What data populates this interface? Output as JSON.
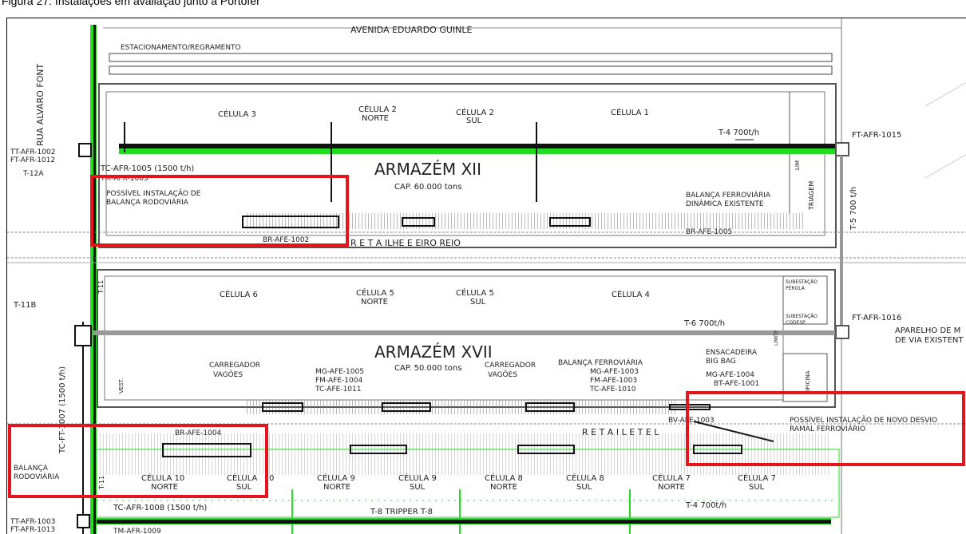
{
  "caption": "Figura 27: Instalações em avaliação junto à Portofer",
  "streets": {
    "top": "AVENIDA EDUARDO GUINLE",
    "left": "RUA ALVARO FONT"
  },
  "parking_label": "ESTACIONAMENTO/REGRAMENTO",
  "warehouse_12": {
    "title": "ARMAZÉM XII",
    "capacity": "CAP. 60.000 tons",
    "cells": [
      {
        "line1": "CÉLULA 3",
        "line2": ""
      },
      {
        "line1": "CÉLULA 2",
        "line2": "NORTE"
      },
      {
        "line1": "CÉLULA 2",
        "line2": "SUL"
      },
      {
        "line1": "CÉLULA 1",
        "line2": ""
      }
    ],
    "conveyor": "T-4 700t/h",
    "tc": "TC-AFR-1005 (1500 t/h)",
    "tc_partial": "TM-AFR-1005",
    "possible_scale_1": "POSSÍVEL INSTALAÇÃO DE",
    "possible_scale_2": "BALANÇA RODOVIÁRIA",
    "rail_scale_1": "BALANÇA FERROVIÁRIA",
    "rail_scale_2": "DINÂMICA EXISTENTE",
    "triagem": "TRIAGEM",
    "lim": "LIM",
    "br_1002": "BR-AFE-1002",
    "br_1005": "BR-AFE-1005",
    "ramal_partial": "R E T A   ILHE   E   EIRO   REIO"
  },
  "ft_1015": "FT-AFR-1015",
  "t5": "T-5 700 t/h",
  "left_tags": {
    "tt_1002": "TT-AFR-1002",
    "ft_1012": "FT-AFR-1012",
    "t12a": "T-12A",
    "t11b": "T-11B",
    "t11": "T-11",
    "t11_lower": "T-11",
    "tc_1007": "TC-FT-1007 (1500 t/h)",
    "tt_1003": "TT-AFR-1003",
    "ft_1013": "FT-AFR-1013"
  },
  "warehouse_17": {
    "title": "ARMAZÉM XVII",
    "capacity": "CAP. 50.000 tons",
    "cells": [
      {
        "line1": "CÉLULA 6",
        "line2": ""
      },
      {
        "line1": "CÉLULA 5",
        "line2": "NORTE"
      },
      {
        "line1": "CÉLULA 5",
        "line2": "SUL"
      },
      {
        "line1": "CÉLULA 4",
        "line2": ""
      }
    ],
    "conveyor": "T-6 700t/h",
    "loader_1": "CARREGADOR",
    "loader_2": "VAGÕES",
    "loader_b1": "CARREGADOR",
    "loader_b2": "VAGÕES",
    "mg_1005": "MG-AFE-1005",
    "fm_1004": "FM-AFE-1004",
    "tc_1011": "TC-AFE-1011",
    "rail_scale": "BALANÇA FERROVIÁRIA",
    "mg_1003": "MG-AFE-1003",
    "fm_1003": "FM-AFE-1003",
    "tc_1010": "TC-AFE-1010",
    "bagger_1": "ENSACADEIRA",
    "bagger_2": "BIG BAG",
    "mg_1004": "MG-AFE-1004",
    "bt_1001": "BT-AFE-1001",
    "sub_perola_1": "SUBESTAÇÃO",
    "sub_perola_2": "PÉROLA",
    "sub_codesp_1": "SUBESTAÇÃO",
    "sub_codesp_2": "CODESP",
    "oficina": "OFICINA",
    "vest": "VEST.",
    "limite": "LIMITE",
    "bv_1003": "BV-AFE-1003",
    "ramal_partial": "R E T A   I L E T E   L"
  },
  "ft_1016": "FT-AFR-1016",
  "right_notes": {
    "aparelho_1": "APARELHO DE M",
    "aparelho_2": "DE VIA EXISTENT",
    "desvio_1": "POSSÍVEL INSTALAÇÃO DE NOVO DESVIO",
    "desvio_2": "RAMAL FERROVIÁRIO"
  },
  "bottom": {
    "br_1004": "BR-AFE-1004",
    "scale_1": "BALANÇA",
    "scale_2": "RODOVIÁRIA",
    "cells": [
      {
        "line1": "CÉLULA 10",
        "line2": "NORTE"
      },
      {
        "line1": "CÉLULA",
        "line2": "SUL"
      },
      {
        "line1": "CÉLULA 9",
        "line2": "NORTE"
      },
      {
        "line1": "CÉLULA 9",
        "line2": "SUL"
      },
      {
        "line1": "CÉLULA 8",
        "line2": "NORTE"
      },
      {
        "line1": "CÉLULA 8",
        "line2": "SUL"
      },
      {
        "line1": "CÉLULA 7",
        "line2": "NORTE"
      },
      {
        "line1": "CÉLULA 7",
        "line2": "SUL"
      }
    ],
    "cell_digit": "0",
    "tc_1008": "TC-AFR-1008 (1500 t/h)",
    "tripper": "T-8 TRIPPER T-8",
    "t4": "T-4 700t/h",
    "tm_1009": "TM-AFR-1009"
  },
  "colors": {
    "highlight": "#e8141c",
    "conveyor_green": "#22dd22",
    "existing_black": "#111111",
    "gray_line": "#9a9a9a"
  }
}
